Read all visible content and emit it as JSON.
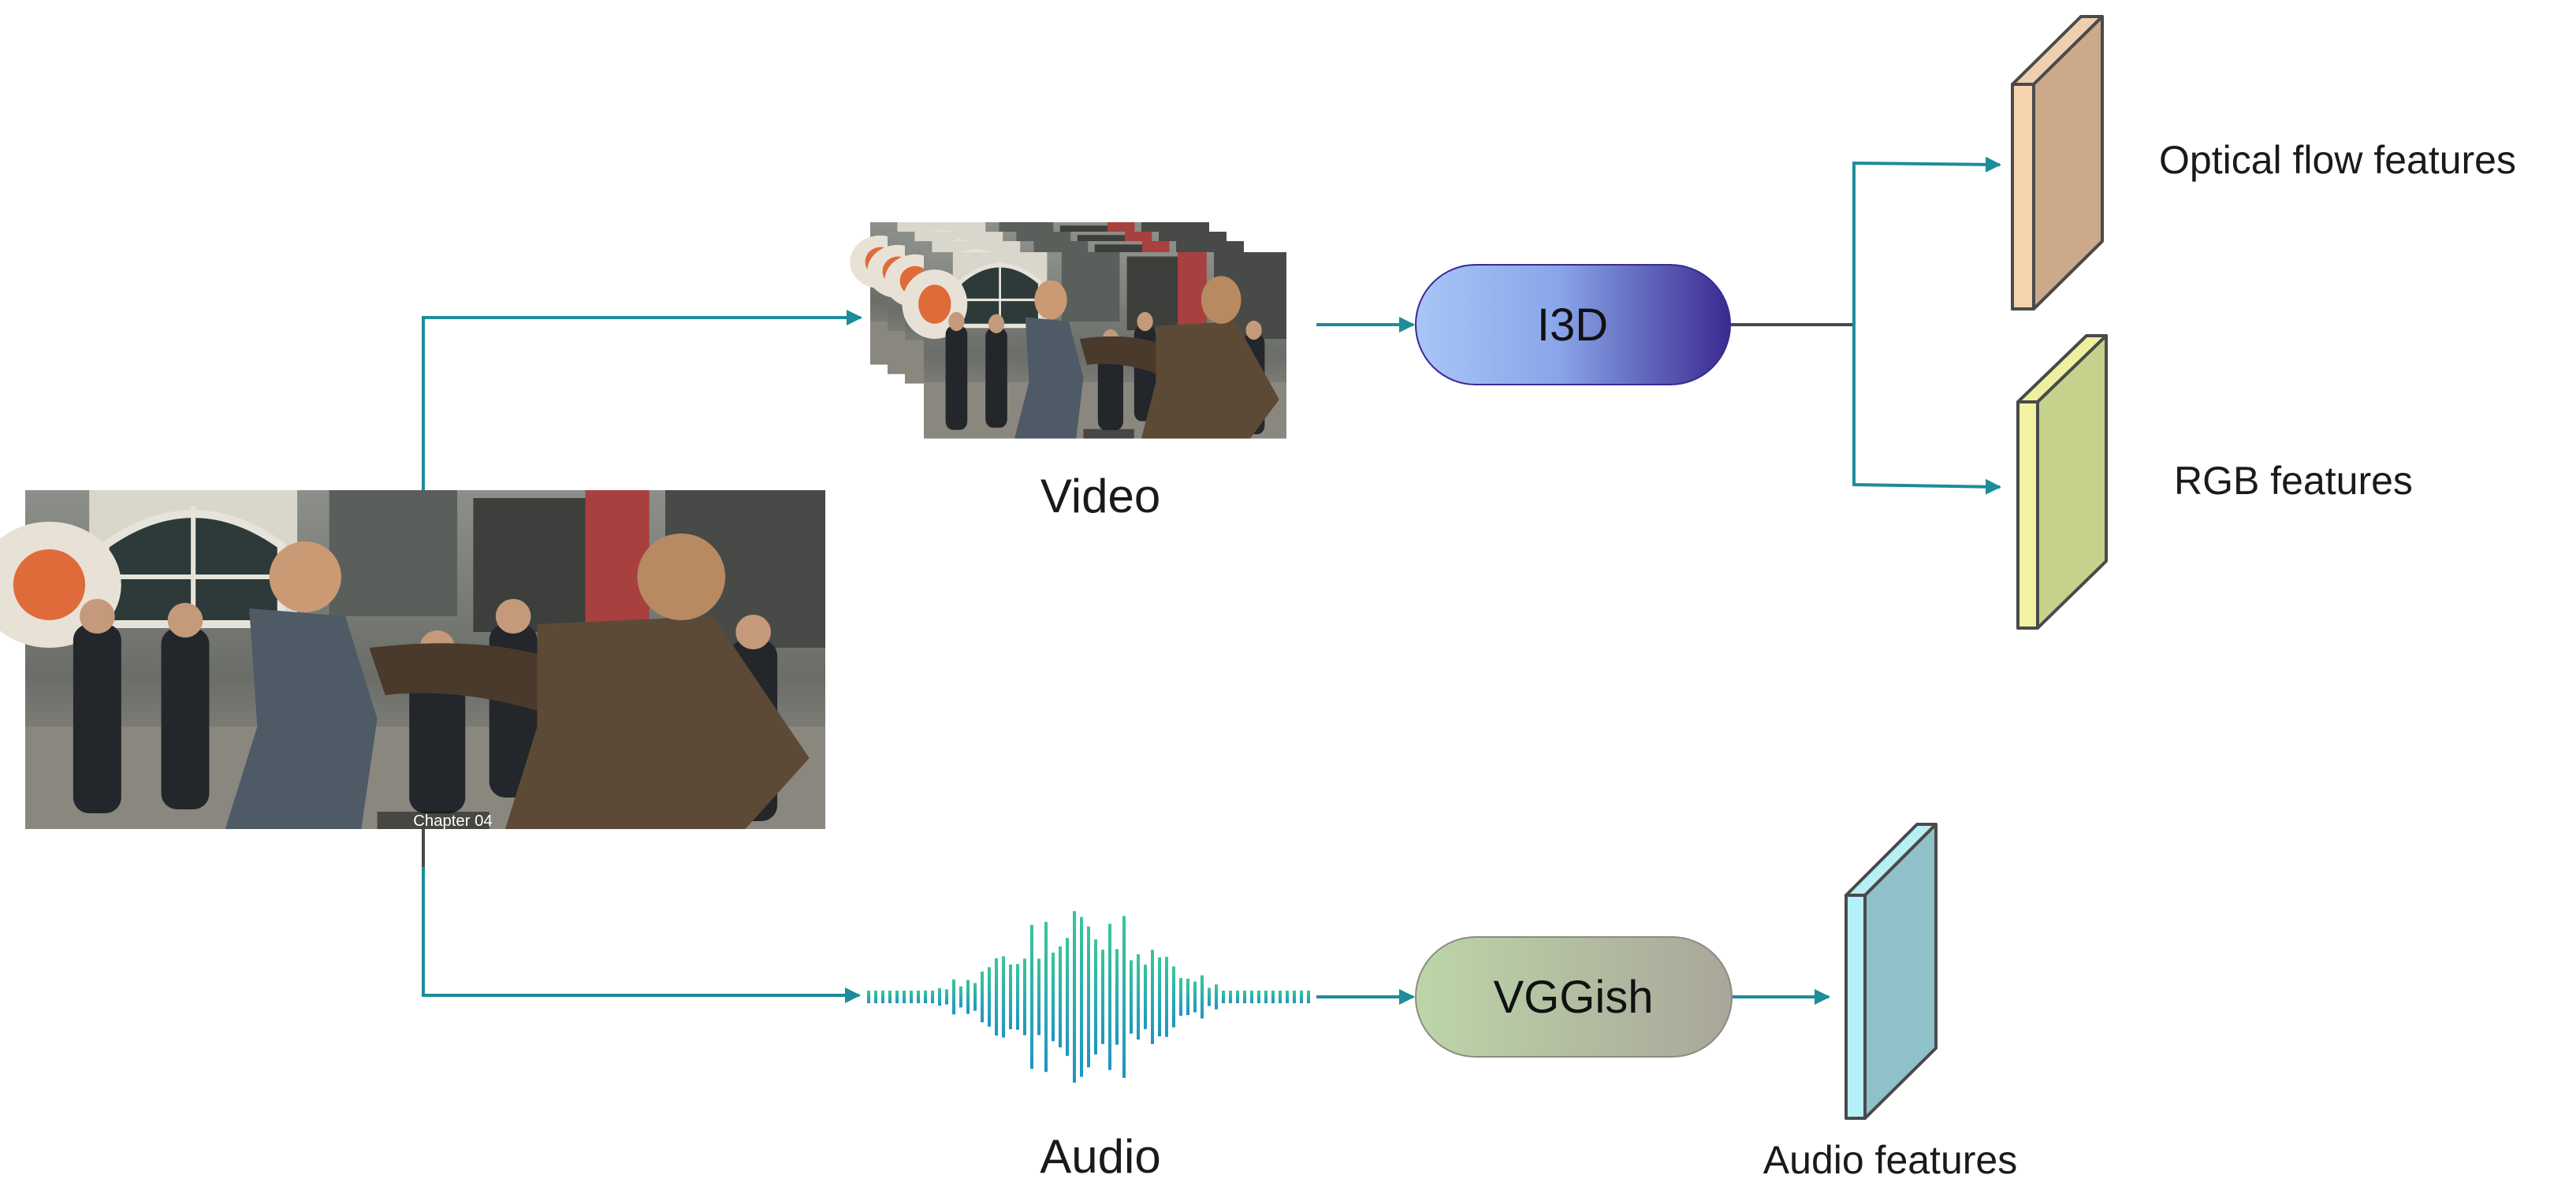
{
  "labels": {
    "video": "Video",
    "audio": "Audio",
    "optical_flow": "Optical flow features",
    "rgb": "RGB features",
    "audio_features": "Audio features"
  },
  "nodes": {
    "i3d": "I3D",
    "vggish": "VGGish"
  },
  "frame_caption": "Chapter 04",
  "colors": {
    "arrow": "#1e8c9a",
    "neutral_line": "#4a4a4a",
    "i3d_gradient": [
      "#a8c6f7",
      "#3a2a90"
    ],
    "vggish_gradient": [
      "#bcd3a6",
      "#aaa89a"
    ],
    "optical_flow_block": [
      "#f5d3ac",
      "#c8a888"
    ],
    "rgb_block": [
      "#f2f2a2",
      "#c4d28c"
    ],
    "audio_block": [
      "#b4f1f8",
      "#8ec2c8"
    ],
    "waveform": [
      "#1fa6b8",
      "#3ac59a"
    ]
  }
}
